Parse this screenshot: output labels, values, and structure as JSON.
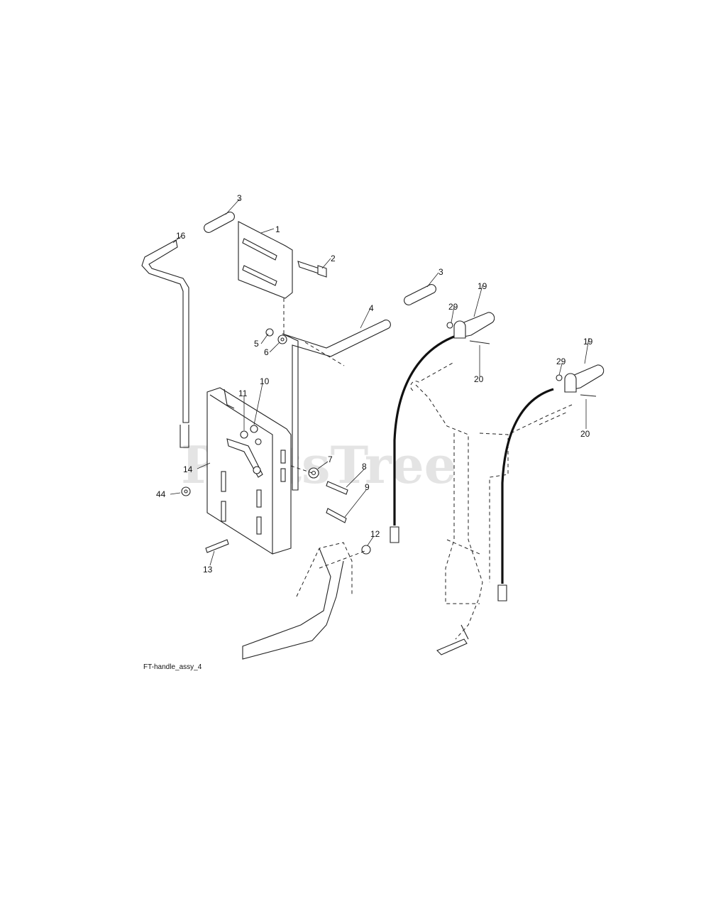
{
  "watermark": "PartsTree",
  "caption": "FT-handle_assy_4",
  "callouts": [
    "3",
    "1",
    "16",
    "2",
    "3",
    "4",
    "19",
    "29",
    "5",
    "6",
    "20",
    "19",
    "29",
    "10",
    "11",
    "20",
    "7",
    "8",
    "14",
    "9",
    "44",
    "12",
    "13"
  ]
}
